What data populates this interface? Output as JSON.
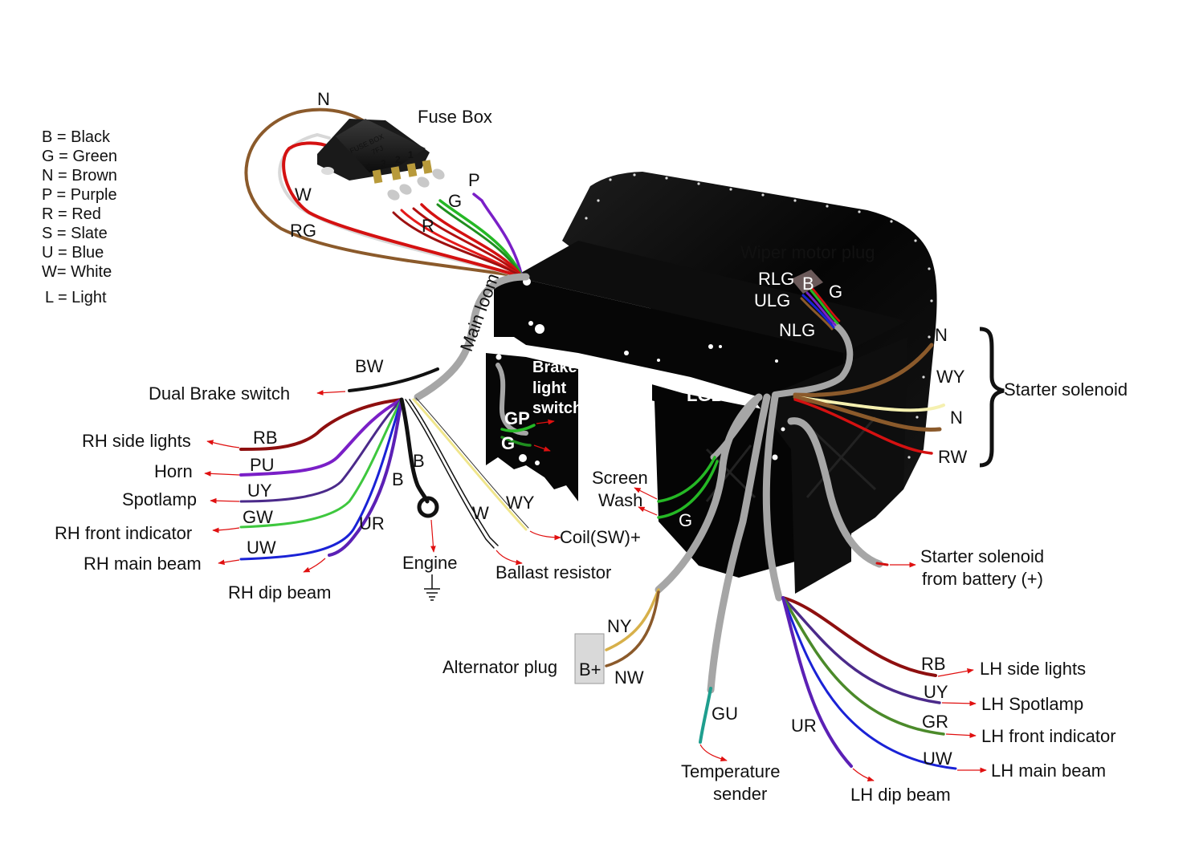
{
  "legend": {
    "items": [
      "B = Black",
      "G = Green",
      "N = Brown",
      "P = Purple",
      "R = Red",
      "S = Slate",
      "U = Blue",
      "W= White"
    ],
    "extra": "L = Light"
  },
  "fuse_box": {
    "title": "Fuse Box",
    "cover_text": "FUSE BOX",
    "model": "7FJ",
    "terminals": [
      "4",
      "3",
      "2",
      "1"
    ],
    "wire_codes": {
      "n": "N",
      "w": "W",
      "rg": "RG",
      "p": "P",
      "g": "G",
      "r": "R"
    }
  },
  "main_loom": "Main loom",
  "left_branches": {
    "bw_code": "BW",
    "dual_brake": "Dual Brake switch",
    "rb_code": "RB",
    "rh_side": "RH side lights",
    "pu_code": "PU",
    "horn": "Horn",
    "uy_code": "UY",
    "spotlamp": "Spotlamp",
    "gw_code": "GW",
    "rh_front_ind": "RH front indicator",
    "uw_code": "UW",
    "rh_main": "RH main beam",
    "ur_code": "UR",
    "rh_dip": "RH dip beam",
    "b_code_1": "B",
    "b_code_2": "B",
    "engine": "Engine",
    "w_code": "W",
    "ballast": "Ballast resistor",
    "wy_code": "WY",
    "coil": "Coil(SW)+"
  },
  "brake_light": {
    "label_1": "Brake",
    "label_2": "light",
    "label_3": "switch",
    "gp_code": "GP",
    "g_code": "G"
  },
  "wiper": {
    "title": "Wiper motor plug",
    "rlg": "RLG",
    "b": "B",
    "g": "G",
    "ulg": "ULG",
    "nlg": "NLG"
  },
  "lgb_code": "LGB",
  "screen_wash": {
    "label_1": "Screen",
    "label_2": "Wash",
    "g_code": "G"
  },
  "starter": {
    "title": "Starter solenoid",
    "n1": "N",
    "wy": "WY",
    "n2": "N",
    "rw": "RW",
    "battery_1": "Starter solenoid",
    "battery_2": "from battery (+)",
    "b_code": "B"
  },
  "alternator": {
    "title": "Alternator plug",
    "b_plus": "B+",
    "ny": "NY",
    "nw": "NW"
  },
  "temp": {
    "gu": "GU",
    "label_1": "Temperature",
    "label_2": "sender"
  },
  "right_branches": {
    "rb_code": "RB",
    "lh_side": "LH side lights",
    "uy_code": "UY",
    "lh_spot": "LH Spotlamp",
    "gr_code": "GR",
    "lh_front_ind": "LH front indicator",
    "uw_code": "UW",
    "lh_main": "LH main beam",
    "ur_code": "UR",
    "lh_dip": "LH dip beam"
  },
  "colors": {
    "loom": "#a6a6a6",
    "panel": "#0b0b0b",
    "brown": "#8b5a2b",
    "red": "#d41111",
    "dark_red": "#8e0f0f",
    "green": "#25b825",
    "purple": "#7a1fc7",
    "blue": "#1a22d6",
    "yellow": "#f0e68c",
    "arrow": "#e01010"
  }
}
